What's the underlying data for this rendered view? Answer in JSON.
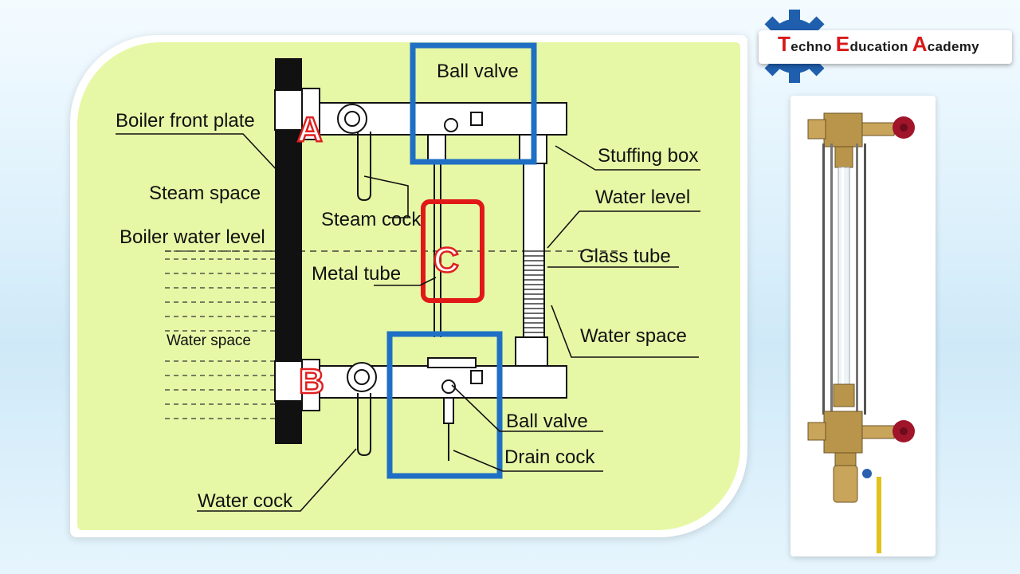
{
  "logo": {
    "word1_initial": "T",
    "word1_rest": "echno",
    "word2_initial": "E",
    "word2_rest": "ducation",
    "word3_initial": "A",
    "word3_rest": "cademy"
  },
  "diagram": {
    "labels": {
      "boiler_front_plate": "Boiler front plate",
      "steam_space": "Steam space",
      "boiler_water_level": "Boiler water level",
      "water_space_left": "Water space",
      "ball_valve_top": "Ball valve",
      "steam_cock": "Steam cock",
      "metal_tube": "Metal tube",
      "stuffing_box": "Stuffing box",
      "water_level": "Water level",
      "glass_tube": "Glass  tube",
      "water_space_right": "Water  space",
      "ball_valve_bottom": "Ball valve",
      "drain_cock": "Drain cock",
      "water_cock": "Water cock"
    },
    "markers": {
      "a": "A",
      "b": "B",
      "c": "C"
    },
    "colors": {
      "panel": "#e6f8a6",
      "blue_box": "#1f6fc4",
      "red_box": "#e01818"
    }
  }
}
